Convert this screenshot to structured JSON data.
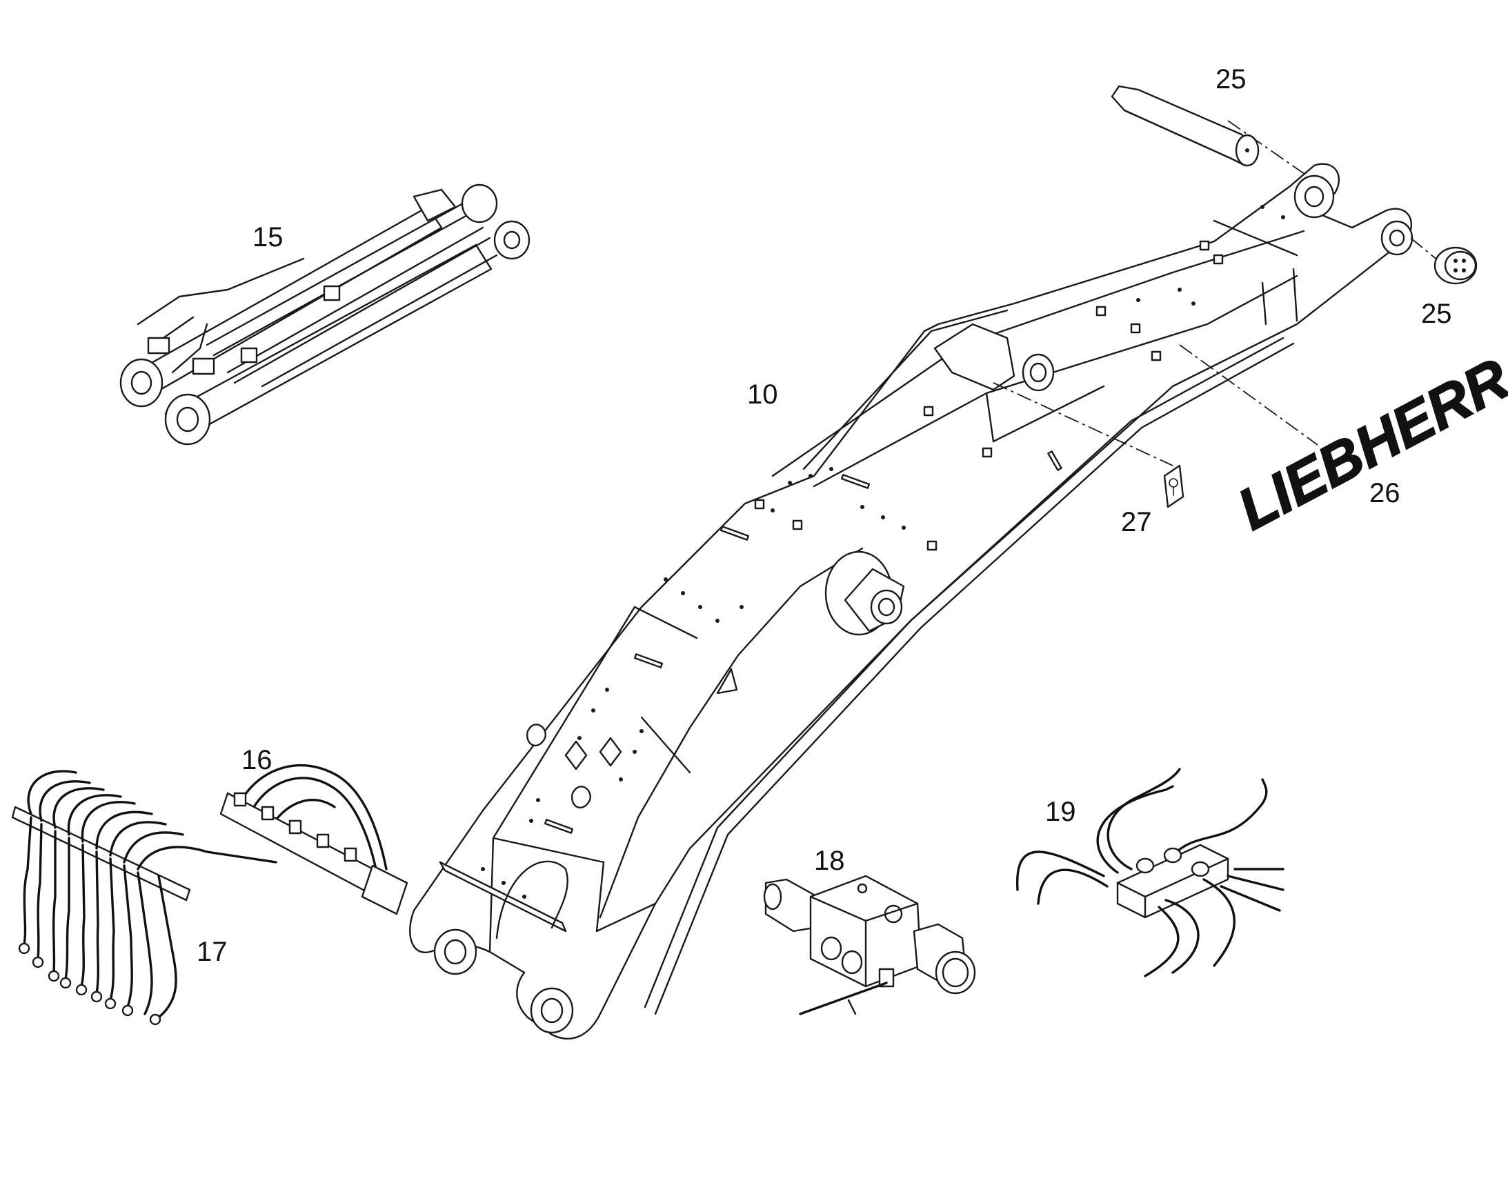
{
  "diagram": {
    "callouts": [
      {
        "id": "c10",
        "text": "10"
      },
      {
        "id": "c15",
        "text": "15"
      },
      {
        "id": "c16",
        "text": "16"
      },
      {
        "id": "c17",
        "text": "17"
      },
      {
        "id": "c18",
        "text": "18"
      },
      {
        "id": "c19",
        "text": "19"
      },
      {
        "id": "c25a",
        "text": "25"
      },
      {
        "id": "c25b",
        "text": "25"
      },
      {
        "id": "c26",
        "text": "26"
      },
      {
        "id": "c27",
        "text": "27"
      }
    ],
    "logo_text": "LIEBHERR"
  },
  "colors": {
    "line": "#1a1a1a",
    "background": "#ffffff",
    "logo": "#111111"
  },
  "icons": {
    "boom": "excavator-boom-drawing",
    "cylinders": "hydraulic-cylinder-pair-drawing",
    "hose_set_16": "hose-manifold-drawing",
    "hose_set_17": "hose-bundle-drawing",
    "valve": "solenoid-valve-drawing",
    "hose_set_19": "hydraulic-coupling-drawing",
    "pin": "pin-drawing",
    "cap": "pin-cap-drawing",
    "sticker": "label-sticker-drawing"
  }
}
